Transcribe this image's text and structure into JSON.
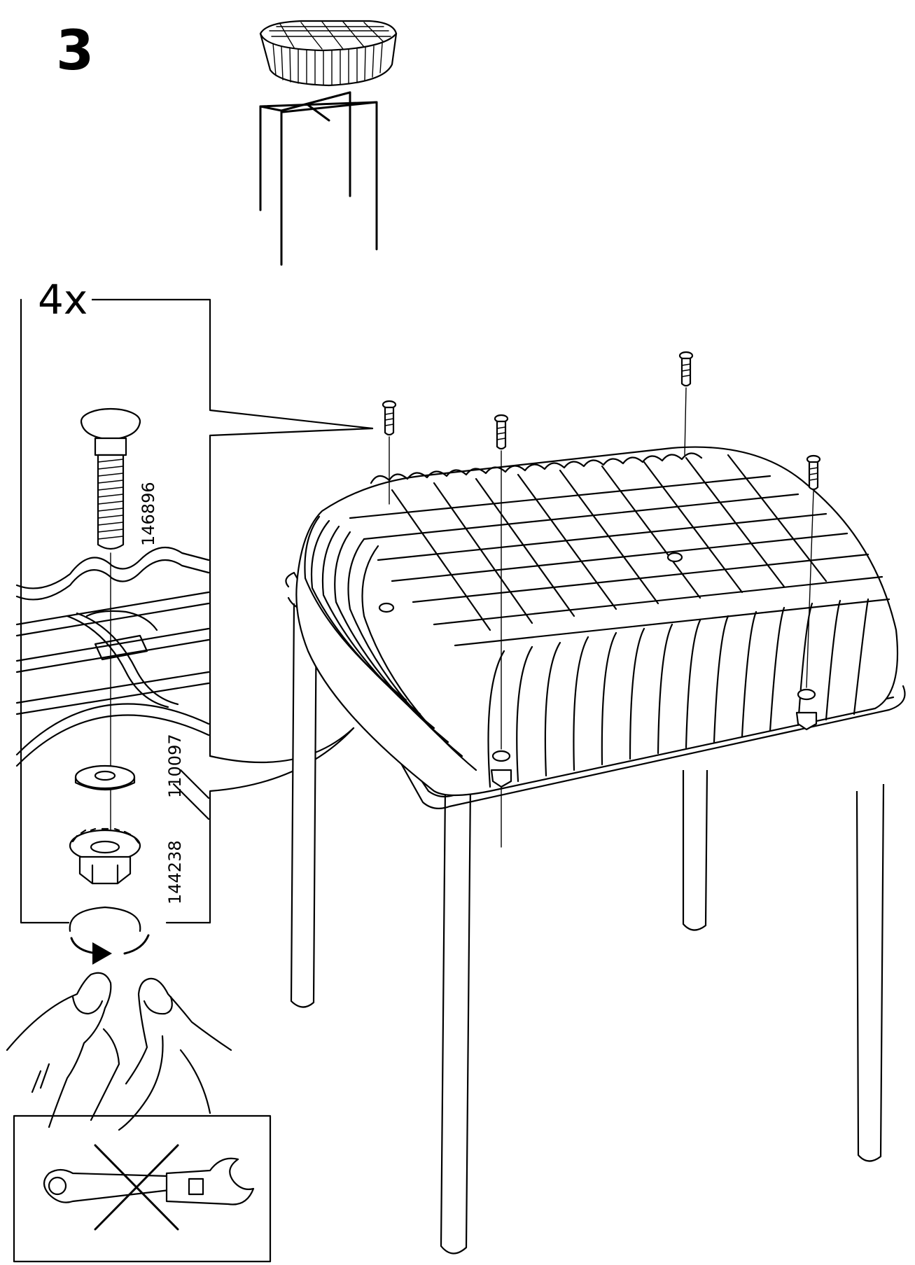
{
  "step": {
    "number": "3"
  },
  "detail": {
    "quantity": "4x"
  },
  "parts": {
    "bolt": "146896",
    "washer": "110097",
    "nut": "144238"
  },
  "icons": {
    "step_overview": "stool-assembly-preview",
    "tighten_direction": "rotate-clockwise-arrows",
    "hand": "hand-tightening-icon",
    "no_tools": "no-wrench-icon"
  },
  "colors": {
    "ink": "#000000",
    "paper": "#ffffff"
  }
}
